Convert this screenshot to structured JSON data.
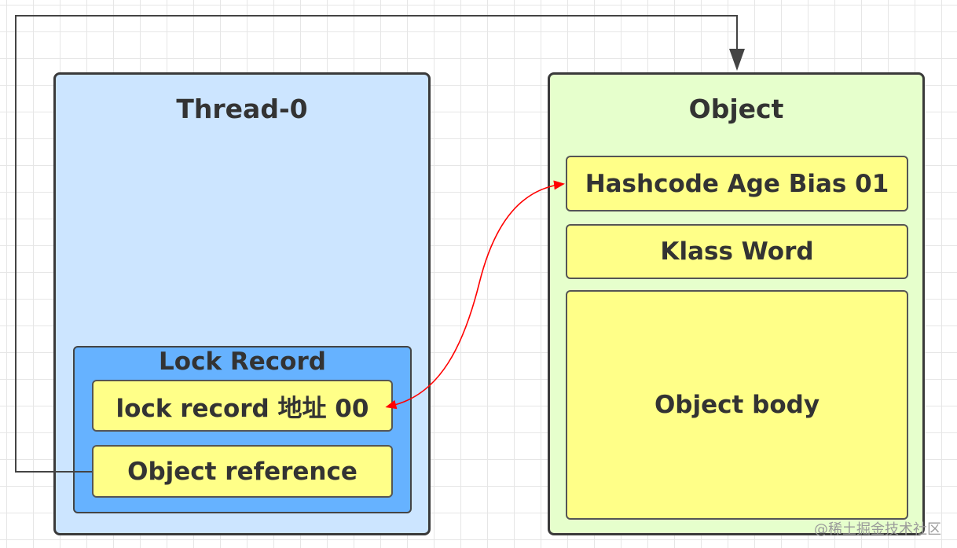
{
  "thread": {
    "title": "Thread-0",
    "lock_record": {
      "title": "Lock Record",
      "fields": [
        "lock  record 地址 00",
        "Object reference"
      ]
    }
  },
  "object": {
    "title": "Object",
    "fields": [
      "Hashcode Age Bias 01",
      "Klass Word",
      "Object body"
    ]
  },
  "colors": {
    "thread_fill": "#cce5ff",
    "lock_record_fill": "#66b2ff",
    "object_fill": "#e6ffcc",
    "field_fill": "#ffff88",
    "reference_line": "#444444",
    "swap_arrow": "#ff0000"
  },
  "watermark": "@稀土掘金技术社区"
}
